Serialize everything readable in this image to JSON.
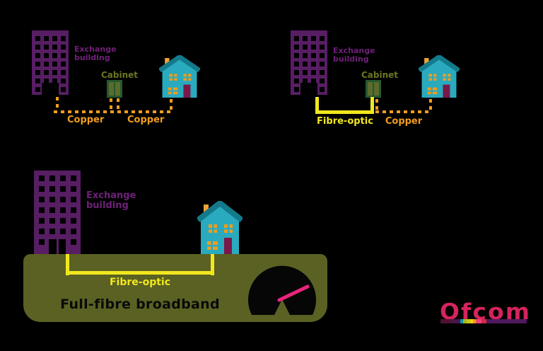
{
  "page": {
    "background": "#000000"
  },
  "palette": {
    "building_purple": "#571e63",
    "label_purple": "#6e2178",
    "cabinet_green": "#5c6c2c",
    "cabinet_border_green": "#27582f",
    "cabinet_label_olive": "#6d7520",
    "copper_orange": "#f09d1f",
    "fibre_yellow": "#f2e71e",
    "house_teal": "#2aaabe",
    "roof_teal": "#147a8b",
    "window_orange": "#f09d1e",
    "chimney_orange": "#f2a233",
    "door_maroon": "#7a1848",
    "ground_olive": "#5a6123",
    "gauge_black": "#060606",
    "needle_pink": "#e8247d",
    "ofcom_raspberry": "#d4245c"
  },
  "icons": {
    "speedometer-icon": "black gauge dial with pink needle pointing upper-right"
  },
  "diagram_copper": {
    "exchange_label": "Exchange building",
    "cabinet_label": "Cabinet",
    "link1_label": "Copper",
    "link2_label": "Copper"
  },
  "diagram_part_fibre": {
    "exchange_label": "Exchange building",
    "cabinet_label": "Cabinet",
    "link1_label": "Fibre-optic",
    "link2_label": "Copper"
  },
  "diagram_full_fibre": {
    "exchange_label": "Exchange building",
    "link_label": "Fibre-optic",
    "caption": "Full-fibre broadband"
  },
  "logo": {
    "wordmark": "Ofcom",
    "stripe": [
      {
        "color": "#4f1330",
        "width": 15
      },
      {
        "color": "#47174f",
        "width": 13
      },
      {
        "color": "#0e93a5",
        "width": 4
      },
      {
        "color": "#a8b71d",
        "width": 5
      },
      {
        "color": "#c8c51b",
        "width": 5
      },
      {
        "color": "#f2cf11",
        "width": 4
      },
      {
        "color": "#f49c1b",
        "width": 4
      },
      {
        "color": "#ed4176",
        "width": 8
      },
      {
        "color": "#d42a43",
        "width": 7
      },
      {
        "color": "#4f195e",
        "width": 57
      }
    ]
  }
}
